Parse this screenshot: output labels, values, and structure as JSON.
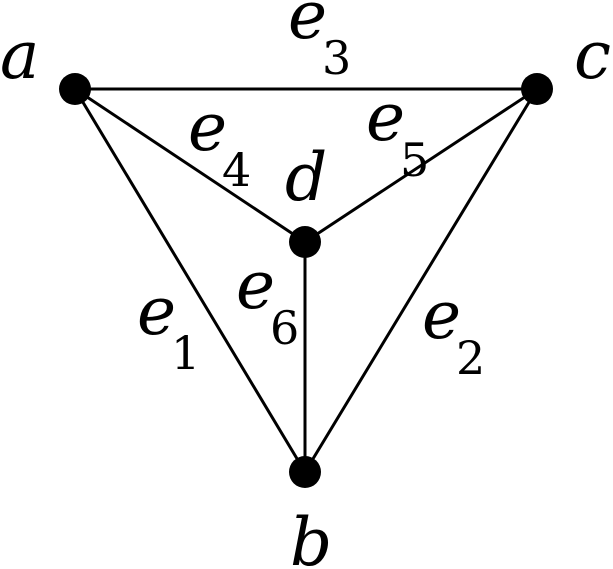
{
  "graph": {
    "vertices": [
      {
        "id": "a",
        "label": "a"
      },
      {
        "id": "b",
        "label": "b"
      },
      {
        "id": "c",
        "label": "c"
      },
      {
        "id": "d",
        "label": "d"
      }
    ],
    "edges": [
      {
        "id": "e1",
        "from": "a",
        "to": "b",
        "symbol": "e",
        "subscript": "1"
      },
      {
        "id": "e2",
        "from": "c",
        "to": "b",
        "symbol": "e",
        "subscript": "2"
      },
      {
        "id": "e3",
        "from": "a",
        "to": "c",
        "symbol": "e",
        "subscript": "3"
      },
      {
        "id": "e4",
        "from": "a",
        "to": "d",
        "symbol": "e",
        "subscript": "4"
      },
      {
        "id": "e5",
        "from": "c",
        "to": "d",
        "symbol": "e",
        "subscript": "5"
      },
      {
        "id": "e6",
        "from": "d",
        "to": "b",
        "symbol": "e",
        "subscript": "6"
      }
    ]
  },
  "colors": {
    "ink": "#000000",
    "background": "#ffffff"
  }
}
